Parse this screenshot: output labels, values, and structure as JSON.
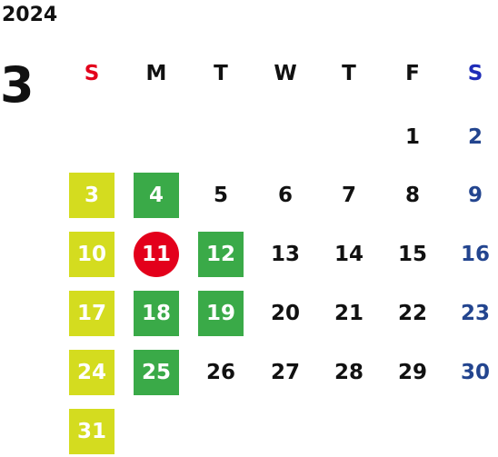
{
  "year": "2024",
  "month": "3",
  "weekdays": [
    {
      "label": "S",
      "color": "#e3001b"
    },
    {
      "label": "M",
      "color": "#111111"
    },
    {
      "label": "T",
      "color": "#111111"
    },
    {
      "label": "W",
      "color": "#111111"
    },
    {
      "label": "T",
      "color": "#111111"
    },
    {
      "label": "F",
      "color": "#111111"
    },
    {
      "label": "S",
      "color": "#1f2db8"
    }
  ],
  "colors": {
    "weekday_text": "#111111",
    "saturday_text": "#23458f",
    "sunday_highlight": "#d4dc1f",
    "green_highlight": "#3aaa48",
    "holiday_highlight": "#e3001b"
  },
  "weeks": [
    [
      null,
      null,
      null,
      null,
      null,
      {
        "day": "1"
      },
      {
        "day": "2",
        "style": "saturday"
      }
    ],
    [
      {
        "day": "3",
        "style": "sunday"
      },
      {
        "day": "4",
        "style": "green"
      },
      {
        "day": "5"
      },
      {
        "day": "6"
      },
      {
        "day": "7"
      },
      {
        "day": "8"
      },
      {
        "day": "9",
        "style": "saturday"
      }
    ],
    [
      {
        "day": "10",
        "style": "sunday"
      },
      {
        "day": "11",
        "style": "holiday"
      },
      {
        "day": "12",
        "style": "green"
      },
      {
        "day": "13"
      },
      {
        "day": "14"
      },
      {
        "day": "15"
      },
      {
        "day": "16",
        "style": "saturday"
      }
    ],
    [
      {
        "day": "17",
        "style": "sunday"
      },
      {
        "day": "18",
        "style": "green"
      },
      {
        "day": "19",
        "style": "green"
      },
      {
        "day": "20"
      },
      {
        "day": "21"
      },
      {
        "day": "22"
      },
      {
        "day": "23",
        "style": "saturday"
      }
    ],
    [
      {
        "day": "24",
        "style": "sunday"
      },
      {
        "day": "25",
        "style": "green"
      },
      {
        "day": "26"
      },
      {
        "day": "27"
      },
      {
        "day": "28"
      },
      {
        "day": "29"
      },
      {
        "day": "30",
        "style": "saturday"
      }
    ],
    [
      {
        "day": "31",
        "style": "sunday"
      },
      null,
      null,
      null,
      null,
      null,
      null
    ]
  ]
}
